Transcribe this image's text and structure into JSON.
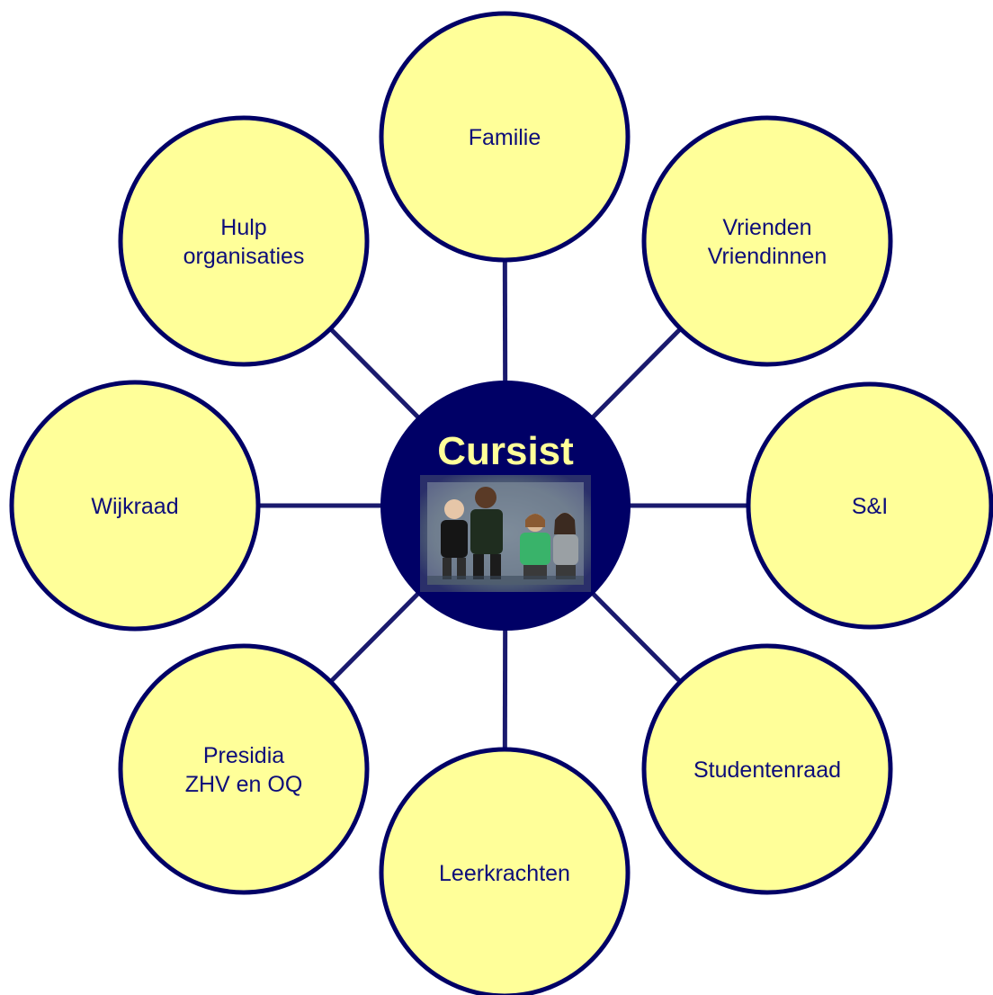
{
  "colors": {
    "node_fill": "#ffff99",
    "node_stroke": "#000066",
    "connector": "#1a1a6e",
    "center_fill": "#000066",
    "center_title": "#ffff99",
    "label_text": "#0d0d7a"
  },
  "center": {
    "title": "Cursist",
    "photo": "group-photo-four-students"
  },
  "nodes": [
    {
      "id": "familie",
      "lines": [
        "Familie"
      ]
    },
    {
      "id": "vrienden",
      "lines": [
        "Vrienden",
        "Vriendinnen"
      ]
    },
    {
      "id": "si",
      "lines": [
        "S&I"
      ]
    },
    {
      "id": "studentenraad",
      "lines": [
        "Studentenraad"
      ]
    },
    {
      "id": "leerkrachten",
      "lines": [
        "Leerkrachten"
      ]
    },
    {
      "id": "presidia",
      "lines": [
        "Presidia",
        "ZHV en OQ"
      ]
    },
    {
      "id": "wijkraad",
      "lines": [
        "Wijkraad"
      ]
    },
    {
      "id": "hulp",
      "lines": [
        "Hulp",
        "organisaties"
      ]
    }
  ]
}
